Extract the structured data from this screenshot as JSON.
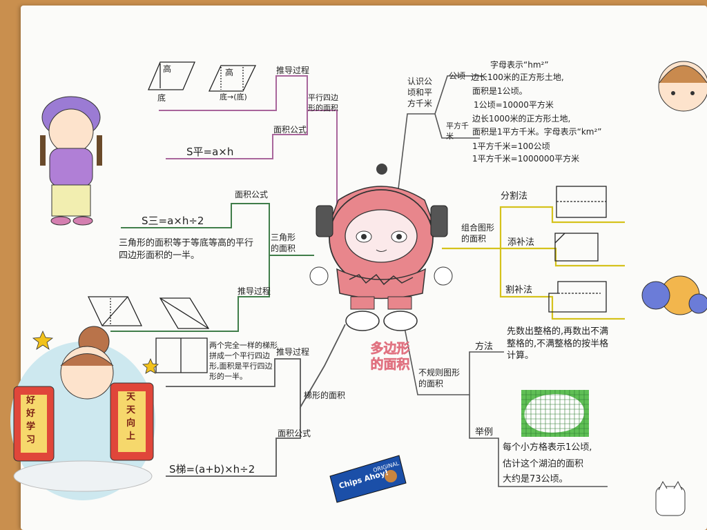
{
  "center": {
    "title_line1": "多边形",
    "title_line2": "的面积"
  },
  "parallelogram": {
    "branch": "平行四边形的面积",
    "derivation": "推导过程",
    "formula_label": "面积公式",
    "formula": "S平=a×h",
    "fig_gao_1": "高",
    "fig_di_1": "底",
    "fig_gao_2": "高",
    "fig_di_2": "底→(底)"
  },
  "triangle": {
    "branch": "三角形的面积",
    "formula_label": "面积公式",
    "formula": "S三=a×h÷2",
    "description": "三角形的面积等于等底等高的平行四边形面积的一半。",
    "derivation": "推导过程"
  },
  "trapezoid": {
    "branch": "梯形的面积",
    "derivation": "推导过程",
    "description": "两个完全一样的梯形拼成一个平行四边形,面积是平行四边形的一半。",
    "formula_label": "面积公式",
    "formula": "S梯=(a+b)×h÷2"
  },
  "units": {
    "branch": "认识公顷和平方千米",
    "hectare_label": "公顷",
    "hectare_note": "字母表示“hm²”",
    "hectare_lines": [
      "边长100米的正方形土地,",
      "面积是1公顷。",
      "1公顷=10000平方米"
    ],
    "km_label": "平方千米",
    "km_lines": [
      "边长1000米的正方形土地,",
      "面积是1平方千米。字母表示“km²”",
      "1平方千米=100公顷",
      "1平方千米=1000000平方米"
    ]
  },
  "composite": {
    "branch": "组合图形的面积",
    "method1": "分割法",
    "method2": "添补法",
    "method3": "割补法"
  },
  "irregular": {
    "branch": "不规则图形的面积",
    "method_label": "方法",
    "method_text": "先数出整格的,再数出不满整格的,不满整格的按半格计算。",
    "example_label": "举例",
    "example_text": [
      "每个小方格表示1公顷,",
      "估计这个湖泊的面积",
      "大约是73公顷。"
    ]
  },
  "decorations": {
    "banner_left": "好好学习",
    "banner_right": "天天向上",
    "snack_brand": "Chips Ahoy!",
    "snack_sub": "ORIGINAL"
  },
  "colors": {
    "paper": "#fbfbf9",
    "table": "#c98f4e",
    "line_purple": "#a8659b",
    "line_green": "#3f7d49",
    "line_yellow": "#d5c21c",
    "line_gray": "#555555",
    "title_pink": "#f2a6b0",
    "robot_pink": "#e8868c"
  }
}
